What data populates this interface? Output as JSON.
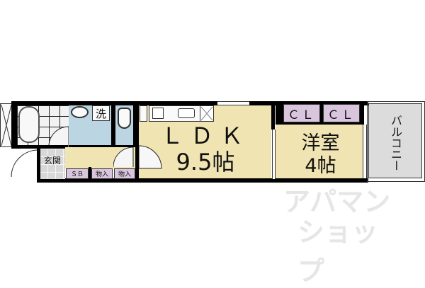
{
  "floorplan": {
    "rooms": {
      "ldk": {
        "label": "ＬＤＫ",
        "size": "9.5帖"
      },
      "western_room": {
        "label": "洋室",
        "size": "4帖"
      },
      "balcony": {
        "label": "バルコニー"
      },
      "entrance": {
        "label": "玄関"
      },
      "washroom": {
        "label": "洗"
      }
    },
    "storage": {
      "closet_1": "ＣＬ",
      "closet_2": "ＣＬ",
      "shoe_box": "ＳＢ",
      "storage_1": "物入",
      "storage_2": "物入"
    },
    "colors": {
      "ldk": "#f1e4b3",
      "western_room": "#f1e4b3",
      "wet_area": "#bcd5e3",
      "storage": "#d9c6de",
      "balcony": "#dcdcdc",
      "wall": "#000000"
    }
  },
  "watermark": {
    "line1": "アパマン",
    "line2": "ショップ"
  }
}
